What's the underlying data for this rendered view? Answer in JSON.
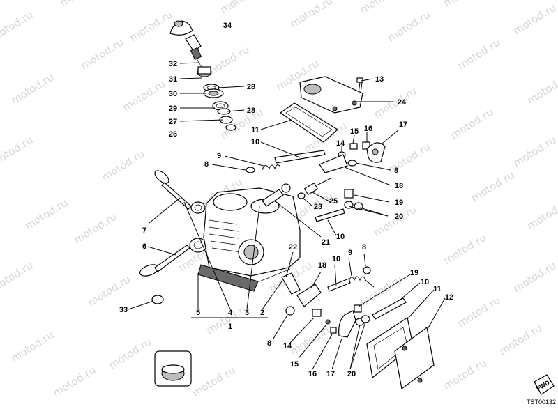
{
  "watermark": "motod.ru",
  "drawing_code": "TST00132",
  "fwd_label": "FWD",
  "callouts": [
    "34",
    "32",
    "31",
    "30",
    "29",
    "27",
    "26",
    "28",
    "28",
    "13",
    "24",
    "11",
    "10",
    "9",
    "8",
    "7",
    "6",
    "33",
    "15",
    "16",
    "17",
    "14",
    "8",
    "18",
    "19",
    "20",
    "25",
    "23",
    "21",
    "10",
    "22",
    "18",
    "10",
    "9",
    "8",
    "19",
    "10",
    "11",
    "12",
    "5",
    "4",
    "3",
    "2",
    "1",
    "8",
    "14",
    "15",
    "16",
    "17",
    "20"
  ]
}
